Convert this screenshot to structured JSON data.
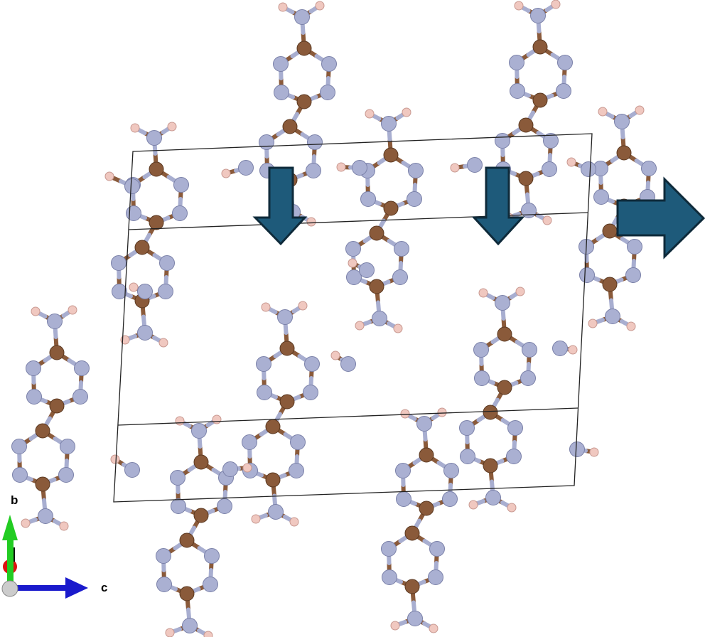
{
  "colors": {
    "carbon": "#8a5a3a",
    "nitrogen": "#aab0d2",
    "hydrogen": "#f0c8c0",
    "bond_carbon": "#8a5a3a",
    "bond_nitrogen": "#a8aed0",
    "cell_edge": "#222222",
    "arrow_fill": "#1e5a7a",
    "arrow_stroke": "#0e2a3a",
    "axis_b": "#22cc22",
    "axis_c": "#1a1acc",
    "axis_a": "#dd1111",
    "axis_origin": "#cccccc"
  },
  "axes": {
    "b_label": "b",
    "c_label": "c"
  },
  "arrows": [
    {
      "id": "down-arrow-1",
      "direction": "down"
    },
    {
      "id": "down-arrow-2",
      "direction": "down"
    },
    {
      "id": "right-arrow",
      "direction": "right"
    }
  ]
}
